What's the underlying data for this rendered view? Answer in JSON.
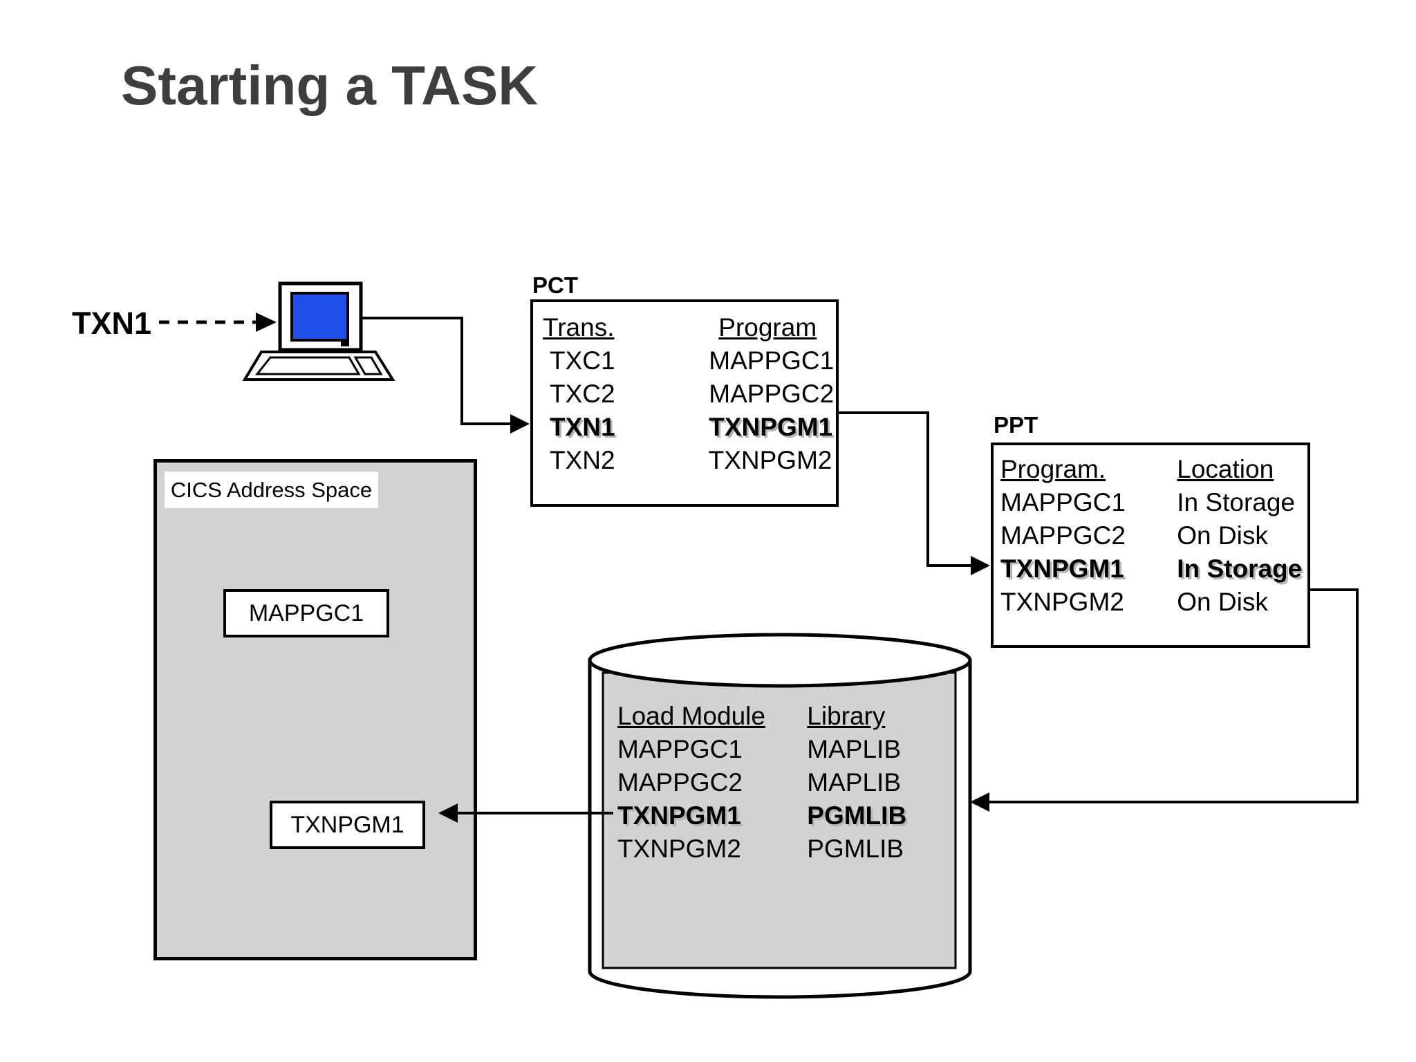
{
  "slide": {
    "title": "Starting a TASK"
  },
  "input": {
    "label": "TXN1"
  },
  "pct": {
    "label": "PCT",
    "col1_header": "Trans.",
    "col2_header": "Program",
    "rows": [
      {
        "c1": "TXC1",
        "c2": "MAPPGC1",
        "emphasized": false
      },
      {
        "c1": "TXC2",
        "c2": "MAPPGC2",
        "emphasized": false
      },
      {
        "c1": "TXN1",
        "c2": "TXNPGM1",
        "emphasized": true
      },
      {
        "c1": "TXN2",
        "c2": "TXNPGM2",
        "emphasized": false
      }
    ]
  },
  "ppt": {
    "label": "PPT",
    "col1_header": "Program.",
    "col2_header": "Location",
    "rows": [
      {
        "c1": "MAPPGC1",
        "c2": "In Storage",
        "emphasized": false
      },
      {
        "c1": "MAPPGC2",
        "c2": "On Disk",
        "emphasized": false
      },
      {
        "c1": "TXNPGM1",
        "c2": "In Storage",
        "emphasized": true
      },
      {
        "c1": "TXNPGM2",
        "c2": "On Disk",
        "emphasized": false
      }
    ]
  },
  "cics": {
    "label": "CICS Address Space",
    "loaded_program_1": "MAPPGC1",
    "loaded_program_2": "TXNPGM1"
  },
  "library": {
    "col1_header": "Load Module",
    "col2_header": "Library",
    "rows": [
      {
        "c1": "MAPPGC1",
        "c2": "MAPLIB",
        "emphasized": false
      },
      {
        "c1": "MAPPGC2",
        "c2": "MAPLIB",
        "emphasized": false
      },
      {
        "c1": "TXNPGM1",
        "c2": "PGMLIB",
        "emphasized": true
      },
      {
        "c1": "TXNPGM2",
        "c2": "PGMLIB",
        "emphasized": false
      }
    ]
  },
  "icons": {
    "terminal": "computer-terminal-icon",
    "library_disk": "disk-cylinder-icon"
  },
  "colors": {
    "title_gray": "#3e3e3e",
    "address_space_gray": "#d2d2d2",
    "screen_blue": "#2150e8",
    "emphasis_shadow": "#b5b5b5"
  }
}
